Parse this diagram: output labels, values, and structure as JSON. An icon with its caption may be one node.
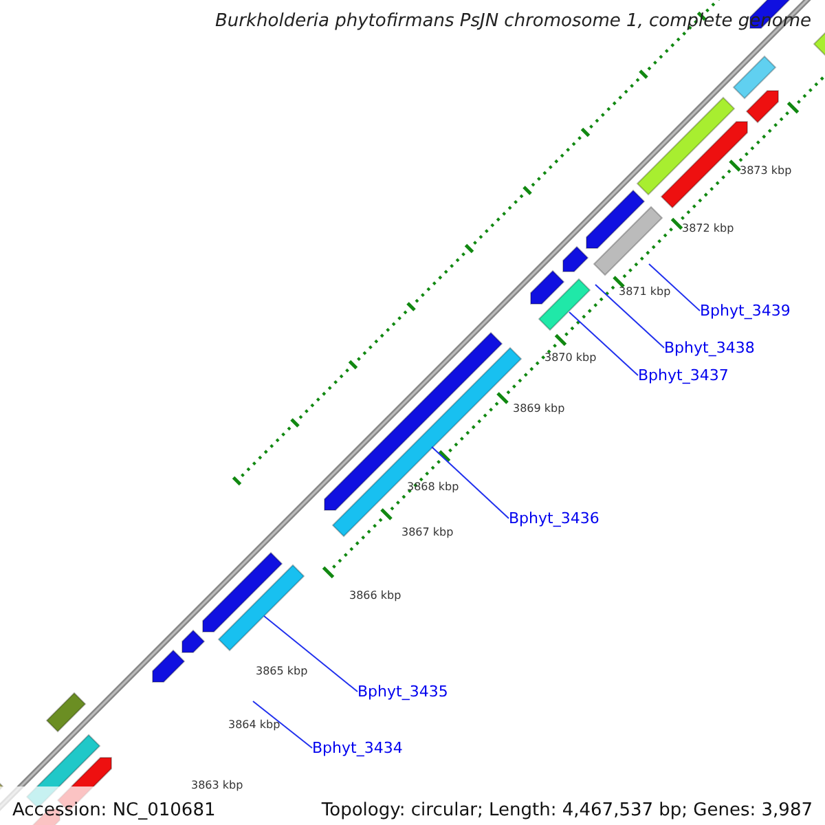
{
  "diagram": {
    "title": "Burkholderia phytofirmans PsJN chromosome 1, complete genome",
    "nodes": [
      {
        "text": [
          "Bphyt_3439"
        ]
      },
      {
        "text": [
          "Bphyt_3438"
        ]
      },
      {
        "text": [
          "Bphyt_3437"
        ]
      },
      {
        "text": [
          "Bphyt_3436"
        ]
      },
      {
        "text": [
          "Bphyt_3435"
        ]
      },
      {
        "text": [
          "Bphyt_3434"
        ]
      }
    ],
    "edges": [
      {
        "from": 0,
        "to": null,
        "arrow": "none"
      },
      {
        "from": 1,
        "to": null,
        "arrow": "none"
      },
      {
        "from": 2,
        "to": null,
        "arrow": "none"
      },
      {
        "from": 3,
        "to": null,
        "arrow": "none"
      },
      {
        "from": 4,
        "to": null,
        "arrow": "none"
      },
      {
        "from": 5,
        "to": null,
        "arrow": "none"
      }
    ],
    "labels": [
      "3873 kbp",
      "3872 kbp",
      "3871 kbp",
      "3870 kbp",
      "3869 kbp",
      "3868 kbp",
      "3867 kbp",
      "3866 kbp",
      "3865 kbp",
      "3864 kbp",
      "3863 kbp",
      "Accession: NC_010681",
      "Topology: circular; Length: 4,467,537 bp; Genes: 3,987"
    ]
  }
}
